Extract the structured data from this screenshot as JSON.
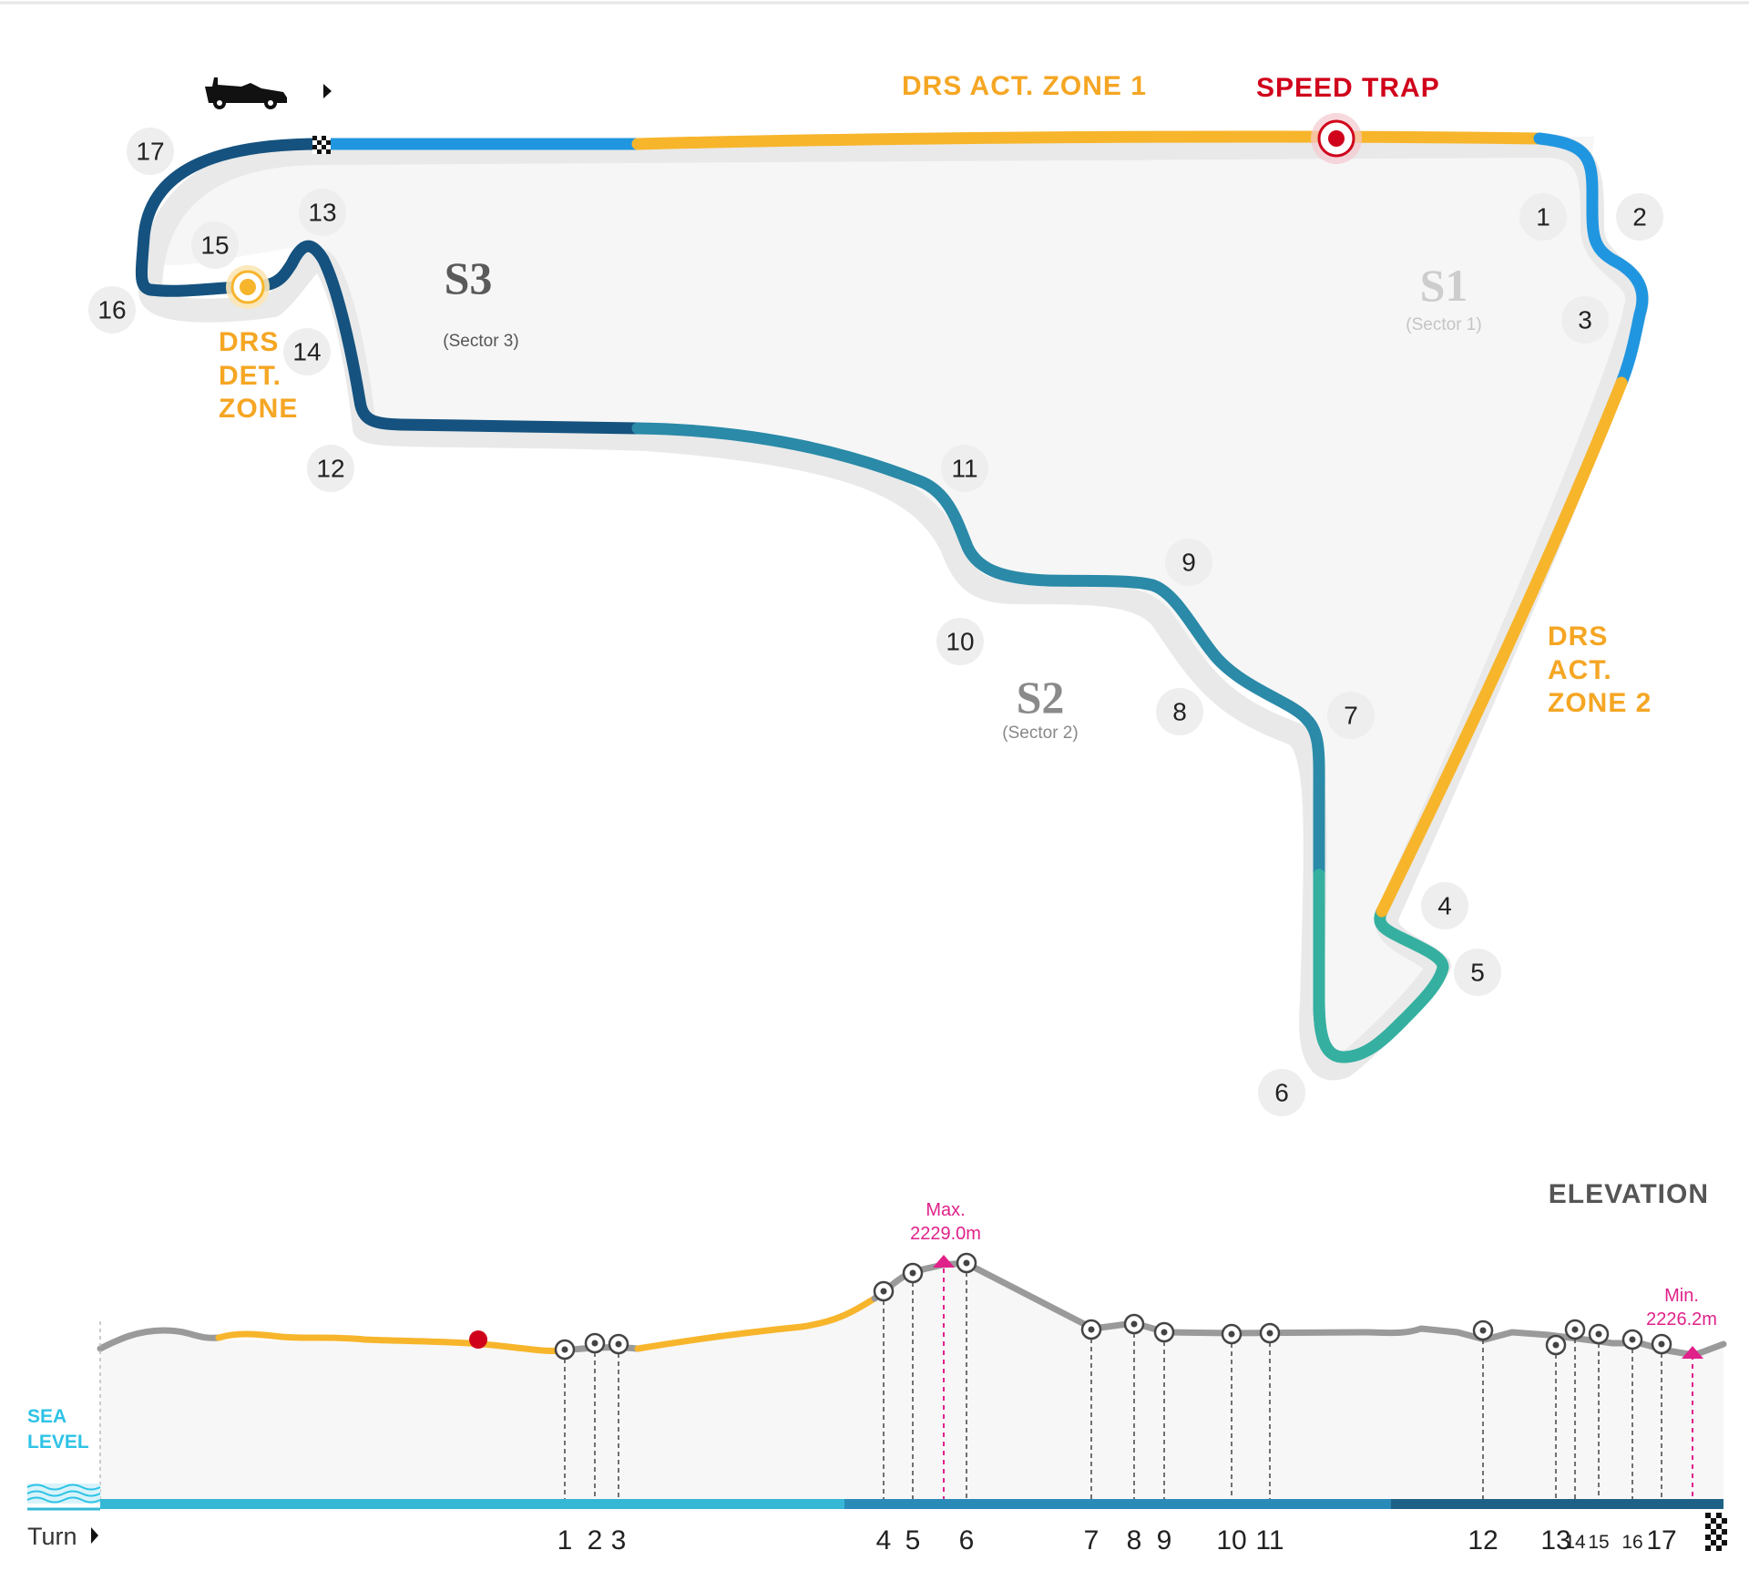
{
  "header": {
    "title_partial": "HERMANOS RODRIGUEZ"
  },
  "map": {
    "labels": {
      "drs_act_zone_1": "DRS ACT. ZONE 1",
      "speed_trap": "SPEED TRAP",
      "drs_det_zone": [
        "DRS",
        "DET.",
        "ZONE"
      ],
      "drs_act_zone_2": [
        "DRS",
        "ACT.",
        "ZONE 2"
      ]
    },
    "sectors": [
      {
        "name": "S1",
        "sub": "(Sector 1)"
      },
      {
        "name": "S2",
        "sub": "(Sector 2)"
      },
      {
        "name": "S3",
        "sub": "(Sector 3)"
      }
    ],
    "turns": [
      "1",
      "2",
      "3",
      "4",
      "5",
      "6",
      "7",
      "8",
      "9",
      "10",
      "11",
      "12",
      "13",
      "14",
      "15",
      "16",
      "17"
    ],
    "colors": {
      "sector1": "#2196e0",
      "sector2": "#2a8aa8",
      "sector2_end": "#35b0a0",
      "sector3": "#15527f",
      "drs": "#f7b52c",
      "speed_trap": "#d0021b",
      "shadow": "#e8e8e8"
    },
    "icons": [
      "car-icon",
      "play-arrow-icon",
      "checkered-flag-icon",
      "speed-trap-icon",
      "drs-detection-icon"
    ]
  },
  "elevation": {
    "title": "ELEVATION",
    "max_label": "Max.",
    "max_value": "2229.0m",
    "min_label": "Min.",
    "min_value": "2226.2m",
    "sea_level": [
      "SEA",
      "LEVEL"
    ],
    "turn_word": "Turn",
    "turn_ticks": [
      "1",
      "2",
      "3",
      "4",
      "5",
      "6",
      "7",
      "8",
      "9",
      "10",
      "11",
      "12",
      "13",
      "14",
      "15",
      "16",
      "17"
    ]
  }
}
